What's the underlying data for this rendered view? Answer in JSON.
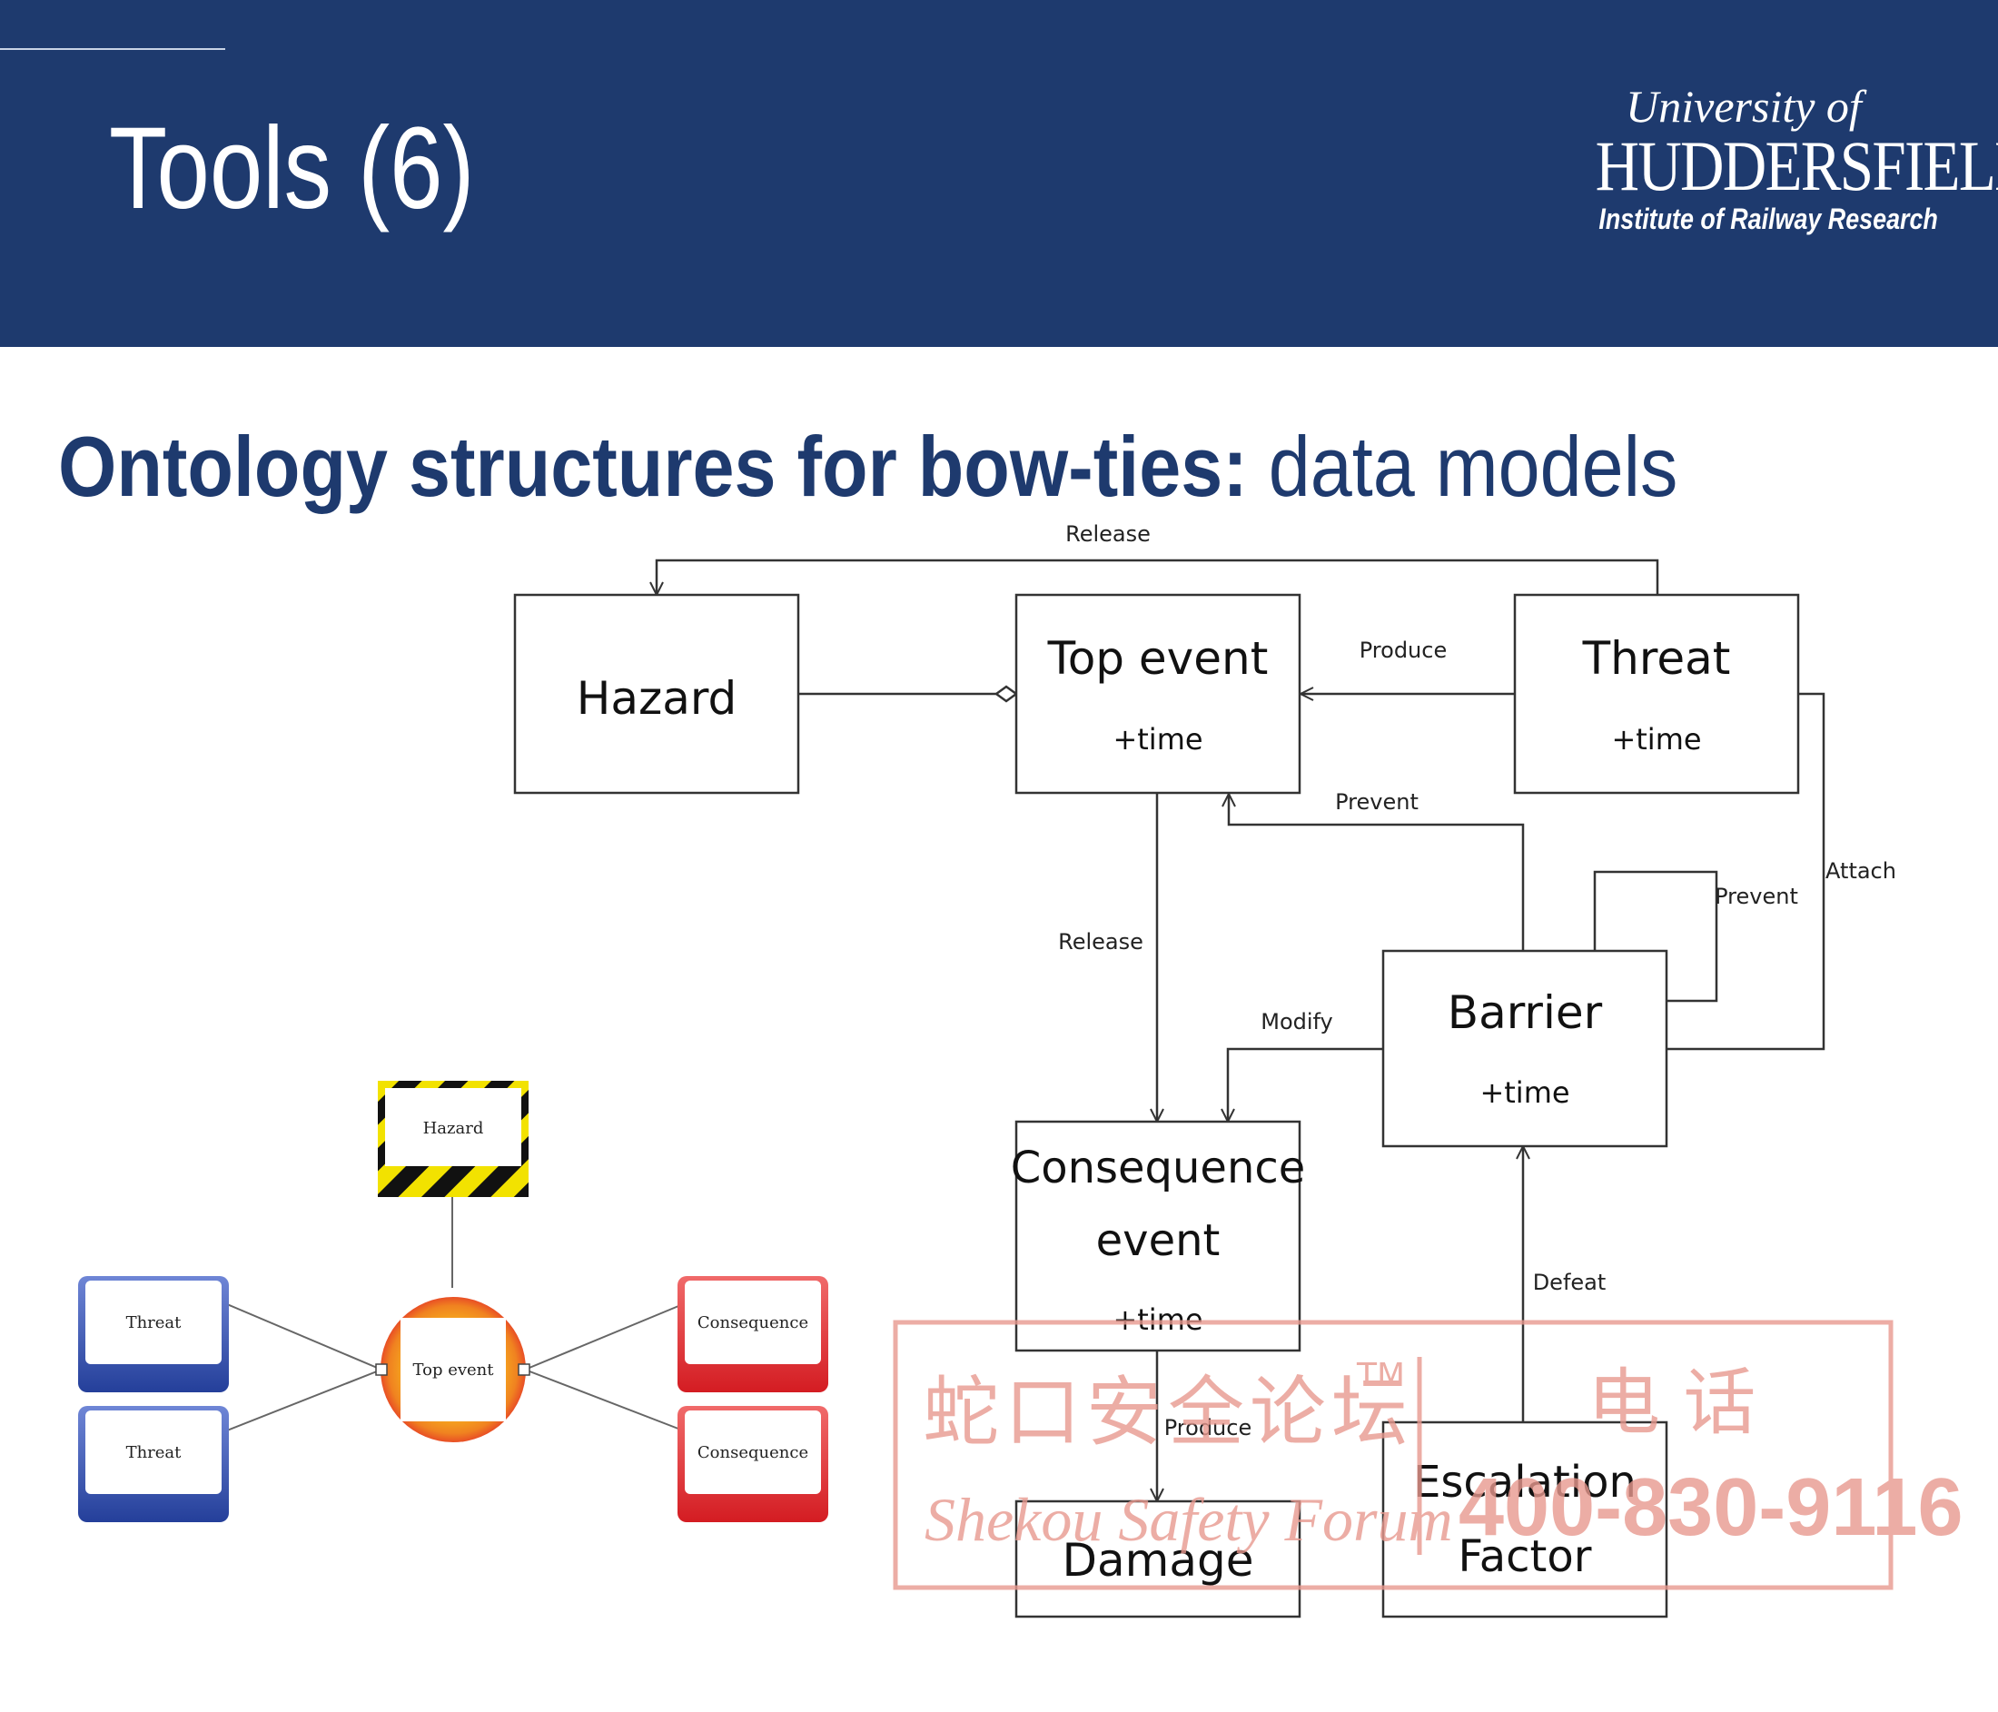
{
  "slide": {
    "title": "Tools (6)",
    "subtitle_bold": "Ontology structures for bow-ties:",
    "subtitle_regular": " data models"
  },
  "logo": {
    "line1": "University of",
    "line2": "HUDDERSFIELD",
    "line3": "Institute of Railway Research"
  },
  "data_model": {
    "classes": {
      "hazard": {
        "name": "Hazard"
      },
      "top_event": {
        "name": "Top event",
        "attr": "+time"
      },
      "threat": {
        "name": "Threat",
        "attr": "+time"
      },
      "barrier": {
        "name": "Barrier",
        "attr": "+time"
      },
      "consequence": {
        "name1": "Consequence",
        "name2": "event",
        "attr": "+time"
      },
      "damage": {
        "name": "Damage"
      },
      "escalation": {
        "name1": "Escalation",
        "name2": "Factor"
      }
    },
    "relations": {
      "release_top": "Release",
      "produce_threat": "Produce",
      "prevent_barrier_top": "Prevent",
      "prevent_self": "Prevent",
      "attach": "Attach",
      "release_down": "Release",
      "modify": "Modify",
      "defeat": "Defeat",
      "produce_damage": "Produce"
    }
  },
  "bowtie": {
    "hazard": "Hazard",
    "top_event": "Top event",
    "threats": [
      "Threat",
      "Threat"
    ],
    "consequences": [
      "Consequence",
      "Consequence"
    ]
  },
  "watermark": {
    "cn_name": "蛇口安全论坛",
    "tm": "TM",
    "en_name": "Shekou Safety Forum",
    "phone_label": "电 话",
    "phone": "400-830-9116"
  },
  "colors": {
    "header_bg": "#1e3a6e",
    "threat_blue": "#2f4fa8",
    "consequence_red": "#e0262b",
    "hazard_yellow": "#f2e200",
    "watermark": "#e8998f"
  }
}
